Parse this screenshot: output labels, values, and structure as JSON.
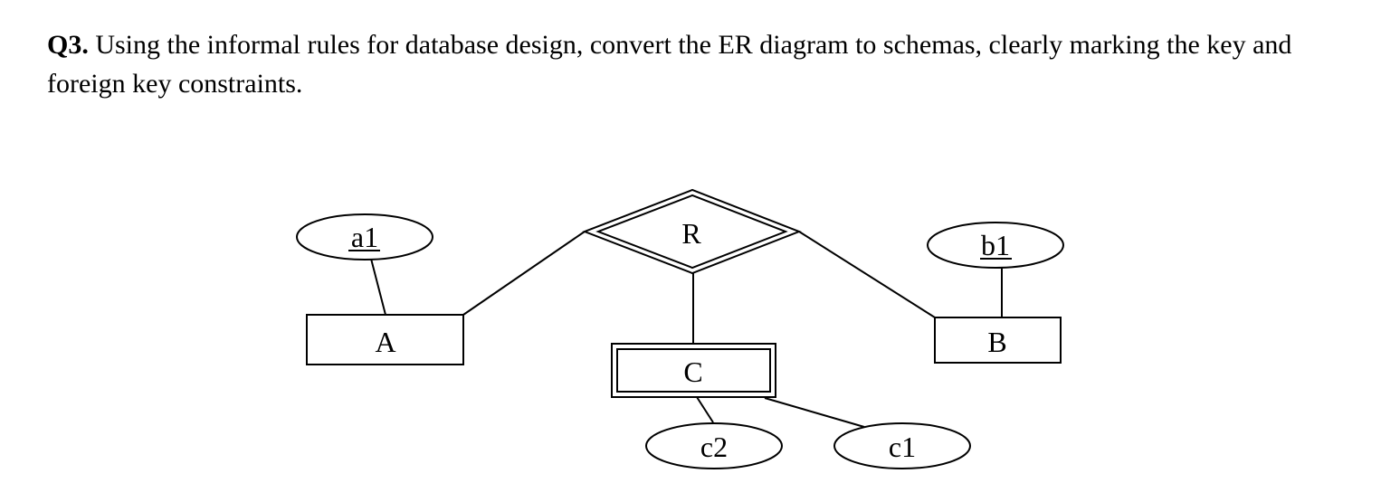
{
  "question": {
    "number": "Q3.",
    "text": " Using the informal rules for database design, convert the ER diagram to schemas, clearly marking the key and foreign key constraints."
  },
  "diagram": {
    "relationship": {
      "name": "R",
      "identifying": true
    },
    "entities": [
      {
        "id": "A",
        "name": "A",
        "weak": false
      },
      {
        "id": "B",
        "name": "B",
        "weak": false
      },
      {
        "id": "C",
        "name": "C",
        "weak": true
      }
    ],
    "attributes": [
      {
        "id": "a1",
        "name": "a1",
        "owner": "A",
        "key": true
      },
      {
        "id": "b1",
        "name": "b1",
        "owner": "B",
        "key": true
      },
      {
        "id": "c2",
        "name": "c2",
        "owner": "C",
        "key": false
      },
      {
        "id": "c1",
        "name": "c1",
        "owner": "C",
        "key": false
      }
    ],
    "connections": [
      {
        "from": "A",
        "to": "R"
      },
      {
        "from": "B",
        "to": "R"
      },
      {
        "from": "C",
        "to": "R"
      },
      {
        "from": "a1",
        "to": "A"
      },
      {
        "from": "b1",
        "to": "B"
      },
      {
        "from": "c2",
        "to": "C"
      },
      {
        "from": "c1",
        "to": "C"
      }
    ]
  }
}
